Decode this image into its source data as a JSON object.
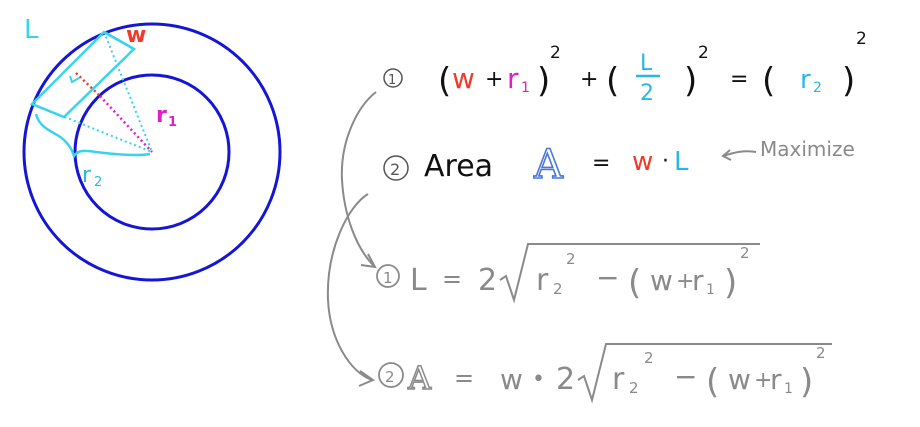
{
  "colors": {
    "circle": "#1515d6",
    "rect": "#38d4ef",
    "width": "#f03a2a",
    "radius1": "#e21ec8",
    "radius2": "#29b8e6",
    "ink": "#111111",
    "gray": "#8a8a8a",
    "area_fill": "#4a78d8"
  },
  "diagram": {
    "label_L": "L",
    "label_w": "w",
    "label_r1": "r",
    "label_r1_sub": "1",
    "label_r2": "r",
    "label_r2_sub": "2"
  },
  "equation1": {
    "step": "1",
    "open_paren": "(",
    "w": "w",
    "plus": "+",
    "r": "r",
    "r_sub": "1",
    "close_paren": ")",
    "exp": "2",
    "plus2": "+",
    "open_paren2": "(",
    "frac_num": "L",
    "frac_den": "2",
    "close_paren2": ")",
    "exp2": "2",
    "equals": "=",
    "open_paren3": "(",
    "r2": "r",
    "r2_sub": "2",
    "close_paren3": ")",
    "exp3": "2"
  },
  "equation2": {
    "step": "2",
    "area_word": "Area",
    "A": "A",
    "equals": "=",
    "w": "w",
    "dot": "·",
    "L": "L",
    "note": "Maximize"
  },
  "derived1": {
    "step": "1",
    "lhs": "L",
    "equals": "=",
    "coef": "2",
    "r": "r",
    "r_sub": "2",
    "r_exp": "2",
    "minus": "−",
    "open_paren": "(",
    "w": "w",
    "plus": "+",
    "r1": "r",
    "r1_sub": "1",
    "close_paren": ")",
    "exp": "2"
  },
  "derived2": {
    "step": "2",
    "lhs": "A",
    "equals": "=",
    "w": "w",
    "dot": "•",
    "coef": "2",
    "r": "r",
    "r_sub": "2",
    "r_exp": "2",
    "minus": "−",
    "open_paren": "(",
    "w2": "w",
    "plus": "+",
    "r1": "r",
    "r1_sub": "1",
    "close_paren": ")",
    "exp": "2"
  }
}
